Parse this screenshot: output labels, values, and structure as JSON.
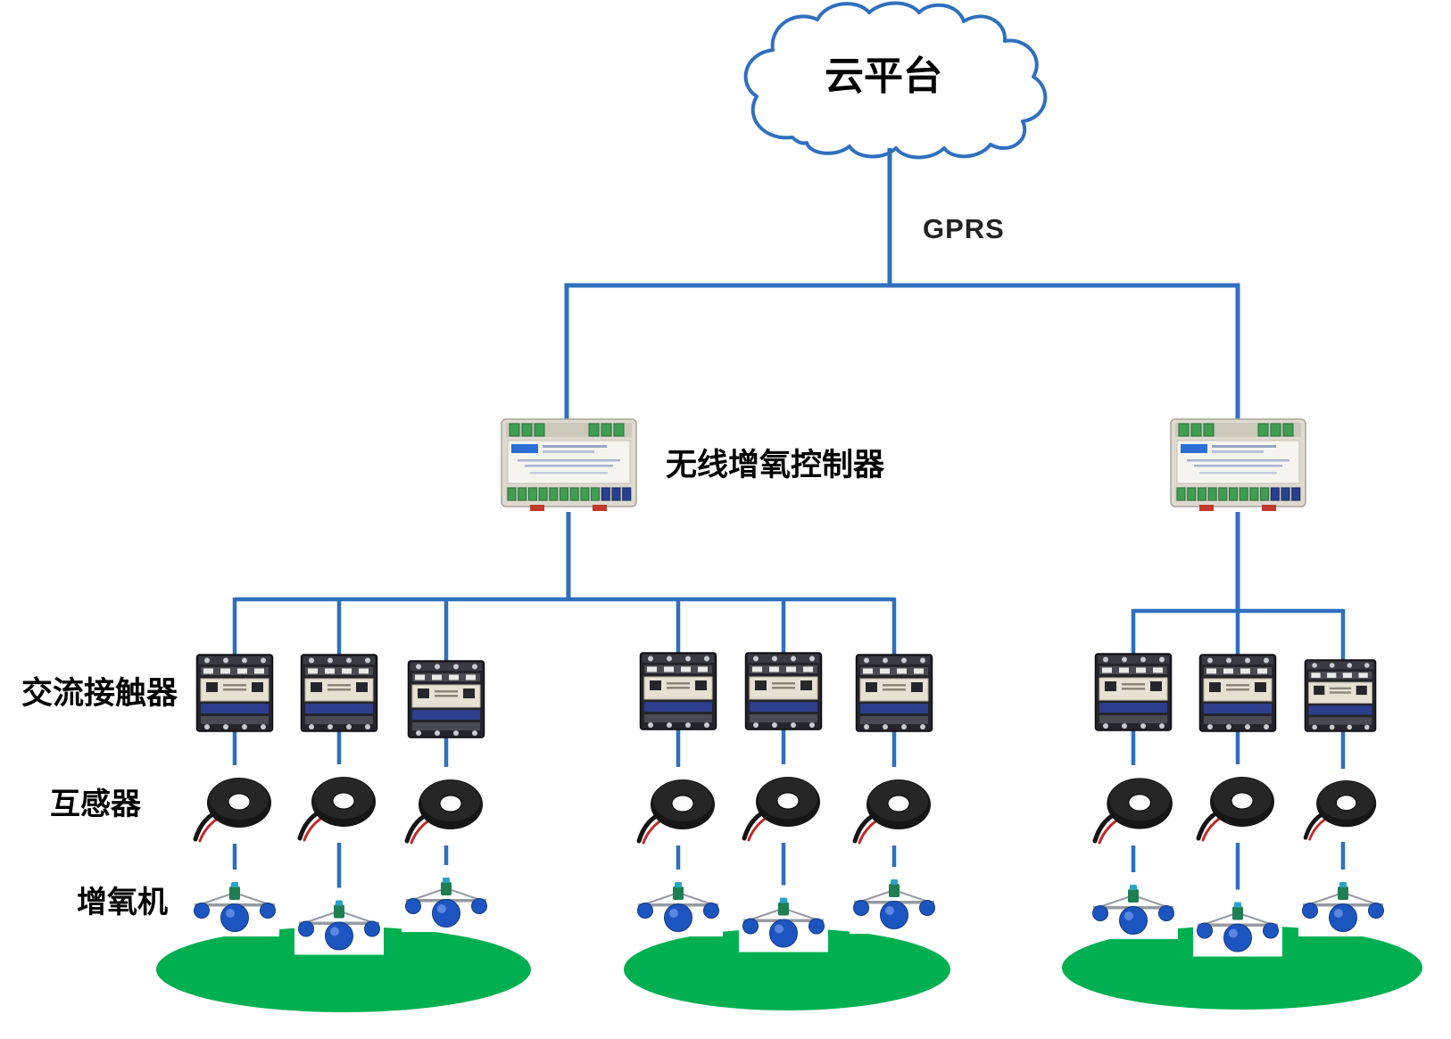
{
  "diagram": {
    "cloud": {
      "label": "云平台"
    },
    "link": {
      "label": "GPRS"
    },
    "controller": {
      "label": "无线增氧控制器",
      "count": 2
    },
    "rows": {
      "contactor_label": "交流接触器",
      "transformer_label": "互感器",
      "aerator_label": "增氧机"
    },
    "counts": {
      "contactors": 9,
      "transformers": 9,
      "aerators": 9,
      "ponds": 3
    },
    "colors": {
      "wire_blue": "#2f6fbe",
      "pond_green": "#00b050",
      "label_text": "#000000"
    }
  }
}
